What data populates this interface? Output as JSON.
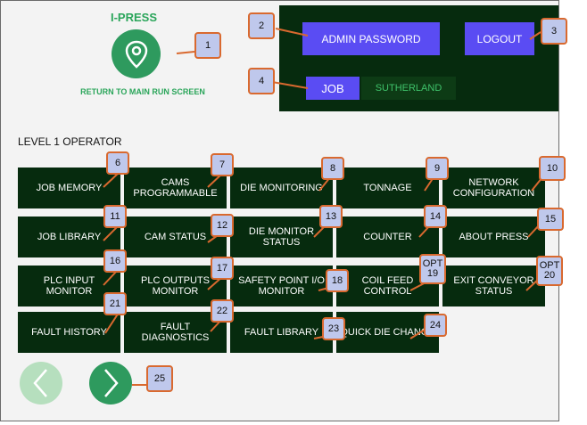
{
  "header": {
    "app_name": "I-PRESS",
    "return_label": "RETURN TO MAIN RUN SCREEN",
    "admin_password_label": "ADMIN PASSWORD",
    "logout_label": "LOGOUT",
    "job_label": "JOB",
    "job_value": "SUTHERLAND"
  },
  "level_label": "LEVEL 1 OPERATOR",
  "menu": {
    "job_memory": "JOB MEMORY",
    "cams_programmable": "CAMS PROGRAMMABLE",
    "die_monitoring": "DIE MONITORING",
    "tonnage": "TONNAGE",
    "network_configuration": "NETWORK CONFIGURATION",
    "job_library": "JOB LIBRARY",
    "cam_status": "CAM STATUS",
    "die_monitor_status": "DIE MONITOR STATUS",
    "counter": "COUNTER",
    "about_press": "ABOUT PRESS",
    "plc_input_monitor": "PLC INPUT MONITOR",
    "plc_outputs_monitor": "PLC OUTPUTS MONITOR",
    "safety_point_io_monitor": "SAFETY POINT I/O MONITOR",
    "coil_feed_control": "COIL FEED CONTROL",
    "exit_conveyor_status": "EXIT CONVEYOR STATUS",
    "fault_history": "FAULT HISTORY",
    "fault_diagnostics": "FAULT DIAGNOSTICS",
    "fault_library": "FAULT LIBRARY",
    "quick_die_change": "QUICK DIE CHANGE"
  },
  "callouts": {
    "c1": "1",
    "c2": "2",
    "c3": "3",
    "c4": "4",
    "c6": "6",
    "c7": "7",
    "c8": "8",
    "c9": "9",
    "c10": "10",
    "c11": "11",
    "c12": "12",
    "c13": "13",
    "c14": "14",
    "c15": "15",
    "c16": "16",
    "c17": "17",
    "c18": "18",
    "c19": "OPT\n19",
    "c20": "OPT\n20",
    "c21": "21",
    "c22": "22",
    "c23": "23",
    "c24": "24",
    "c25": "25"
  },
  "icons": {
    "location": "location-pin-icon",
    "prev": "chevron-left-icon",
    "next": "chevron-right-icon"
  },
  "colors": {
    "panel": "#062b0e",
    "accent_button": "#5a4cf3",
    "brand_green": "#2aa55a",
    "callout_fill": "#bfc8ec",
    "callout_border": "#d9692f"
  }
}
